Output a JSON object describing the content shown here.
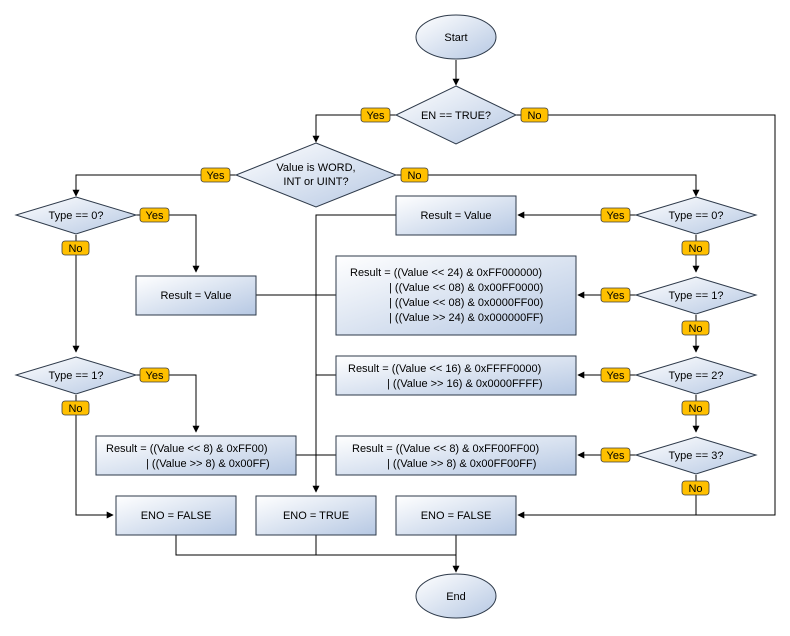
{
  "colors": {
    "node_fill_top": "#ffffff",
    "node_fill_bottom": "#b6c8e3",
    "node_stroke": "#2e3a4a",
    "badge_fill": "#ffc000",
    "edge": "#000000"
  },
  "nodes": {
    "start": "Start",
    "end": "End",
    "en_check": "EN == TRUE?",
    "type_check": [
      "Value is WORD,",
      "INT or UINT?"
    ],
    "l_type0": "Type == 0?",
    "l_type1": "Type == 1?",
    "l_result_value": "Result = Value",
    "l_result_swap8": [
      "Result = ((Value << 8) & 0xFF00)",
      "| ((Value >> 8) & 0x00FF)"
    ],
    "r_type0": "Type == 0?",
    "r_type1": "Type == 1?",
    "r_type2": "Type == 2?",
    "r_type3": "Type == 3?",
    "r_result_value": "Result = Value",
    "r_result_swap32": [
      "Result = ((Value << 24) & 0xFF000000)",
      "| ((Value << 08) & 0x00FF0000)",
      "| ((Value << 08) & 0x0000FF00)",
      "| ((Value >> 24) & 0x000000FF)"
    ],
    "r_result_swap16": [
      "Result = ((Value << 16) & 0xFFFF0000)",
      "| ((Value >> 16) & 0x0000FFFF)"
    ],
    "r_result_swap8": [
      "Result = ((Value << 8) & 0xFF00FF00)",
      "| ((Value >> 8) & 0x00FF00FF)"
    ],
    "eno_false_left": "ENO = FALSE",
    "eno_true": "ENO = TRUE",
    "eno_false_right": "ENO = FALSE"
  },
  "labels": {
    "yes": "Yes",
    "no": "No"
  }
}
